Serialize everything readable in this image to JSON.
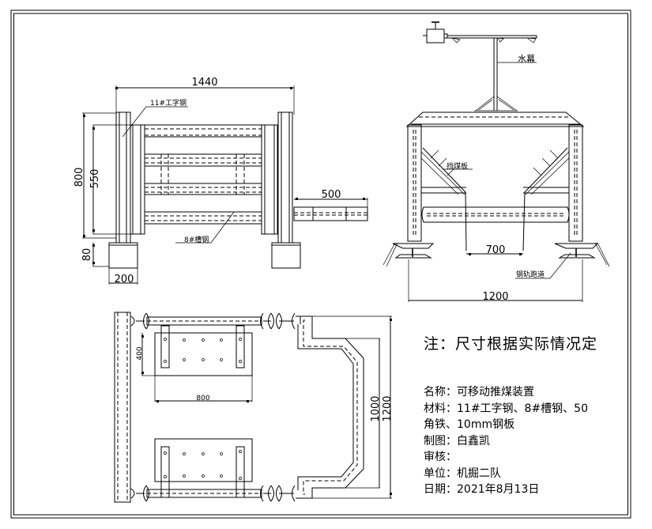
{
  "drawing": {
    "title": "可移动推煤装置",
    "front_view": {
      "dimensions": {
        "overall_width": "1440",
        "outer_height": "800",
        "inner_height": "550",
        "base_height": "80",
        "base_width": "200",
        "extension_length": "500"
      },
      "labels": {
        "i_beam": "11#工字钢",
        "channel": "8#槽钢"
      }
    },
    "side_view": {
      "labels": {
        "water_curtain": "水幕",
        "coal_guard": "挡煤板",
        "rail_track": "钢轨跑道"
      },
      "dimensions": {
        "inner_gap": "700",
        "overall_width": "1200"
      }
    },
    "plan_view": {
      "dimensions": {
        "plate_height": "400",
        "plate_width": "800",
        "inner_length": "1000",
        "outer_length": "1200"
      }
    },
    "note": "注：尺寸根据实际情况定",
    "title_block": {
      "name_label": "名称：",
      "name_value": "可移动推煤装置",
      "material_label": "材料：",
      "material_value": "11#工字钢、8#槽钢、50",
      "material_value_cont": "角铁、10mm钢板",
      "drafter_label": "制图：",
      "drafter_value": "白鑫凯",
      "reviewer_label": "审核：",
      "reviewer_value": "",
      "unit_label": "单位：",
      "unit_value": "机掘二队",
      "date_label": "日期：",
      "date_value": "2021年8月13日"
    }
  }
}
